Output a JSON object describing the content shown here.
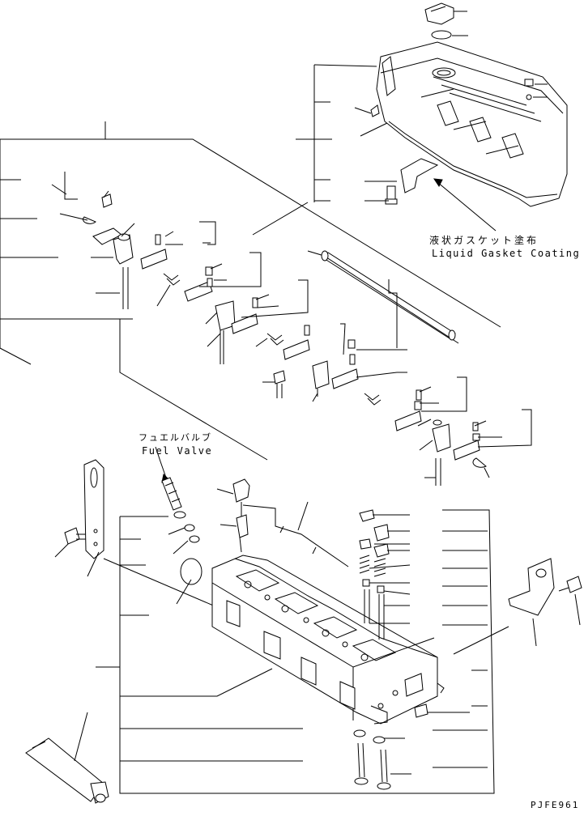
{
  "annotations": {
    "gasket_jp": "液状ガスケット塗布",
    "gasket_en": "Liquid Gasket Coating",
    "fuel_jp": "フュエルバルブ",
    "fuel_en": "Fuel Valve"
  },
  "drawing_code": "PJFE961"
}
